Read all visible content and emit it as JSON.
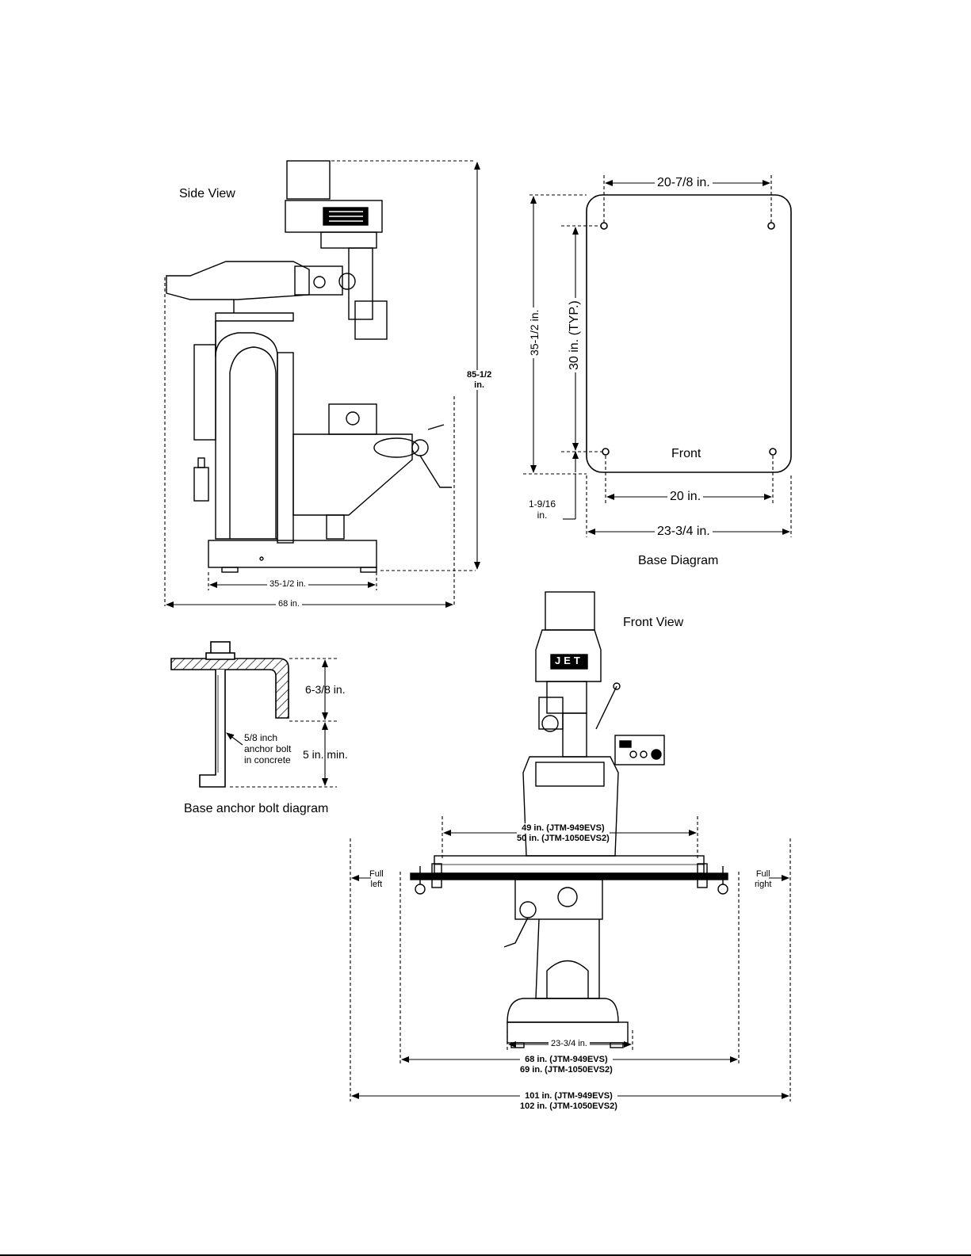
{
  "side_view": {
    "title": "Side View",
    "height_label_1": "85-1/2",
    "height_label_2": "in.",
    "base_width_label": "35-1/2 in.",
    "overall_depth_label": "68 in."
  },
  "base_diagram": {
    "title": "Base Diagram",
    "top_hole_spacing": "20-7/8 in.",
    "bottom_hole_spacing": "20 in.",
    "overall_width": "23-3/4 in.",
    "overall_depth": "35-1/2 in.",
    "hole_spacing_depth": "30 in. (TYP.)",
    "front_offset_1": "1-9/16",
    "front_offset_2": "in.",
    "front_label": "Front"
  },
  "anchor_bolt": {
    "title": "Base anchor bolt diagram",
    "bolt_note_1": "5/8 inch",
    "bolt_note_2": "anchor bolt",
    "bolt_note_3": "in concrete",
    "upper_dim": "6-3/8 in.",
    "lower_dim": "5 in. min."
  },
  "front_view": {
    "title": "Front View",
    "brand": "JET",
    "table_length_1": "49 in. (JTM-949EVS)",
    "table_length_2": "50 in. (JTM-1050EVS2)",
    "full_left_1": "Full",
    "full_left_2": "left",
    "full_right_1": "Full",
    "full_right_2": "right",
    "base_width": "23-3/4 in.",
    "width_1": "68 in. (JTM-949EVS)",
    "width_2": "69 in. (JTM-1050EVS2)",
    "travel_1": "101 in. (JTM-949EVS)",
    "travel_2": "102 in. (JTM-1050EVS2)"
  }
}
